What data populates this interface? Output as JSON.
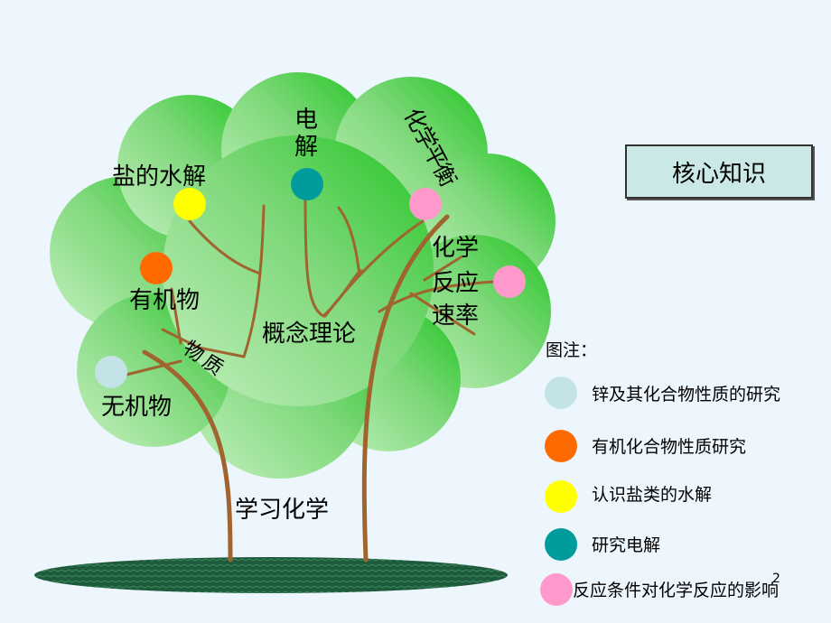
{
  "tree": {
    "trunk_label": "学习化学",
    "center_label": "概念理论",
    "branches": {
      "salt_hydrolysis": "盐的水解",
      "electrolysis": "电解",
      "chemical_equilibrium": "化学平衡",
      "organic": "有机物",
      "substance": "物质",
      "inorganic": "无机物",
      "reaction_rate_1": "化学",
      "reaction_rate_2": "反应",
      "reaction_rate_3": "速率"
    }
  },
  "core_box": "核心知识",
  "legend": {
    "title": "图注：",
    "items": [
      {
        "label": "锌及其化合物性质的研究",
        "color": "#c4e3e6"
      },
      {
        "label": "有机化合物性质研究",
        "color": "#ff6a00"
      },
      {
        "label": "认识盐类的水解",
        "color": "#ffff00"
      },
      {
        "label": "研究电解",
        "color": "#009b9b"
      },
      {
        "label": "反应条件对化学反应的影响",
        "color": "#ff99cc"
      }
    ]
  },
  "page_number": "2"
}
